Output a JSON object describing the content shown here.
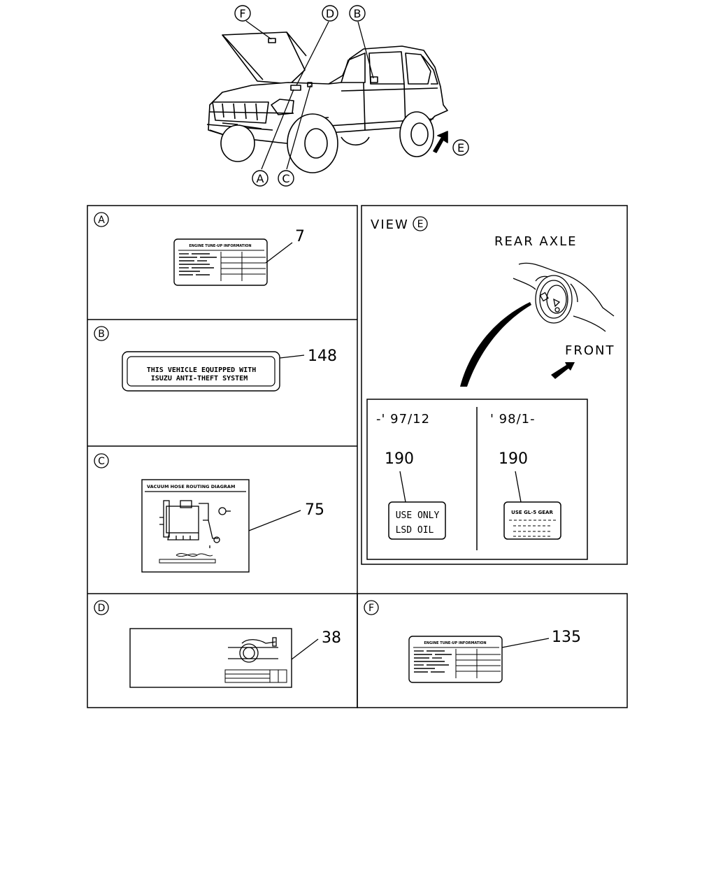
{
  "callouts": {
    "A": "A",
    "B": "B",
    "C": "C",
    "D": "D",
    "E": "E",
    "F": "F"
  },
  "panel_a": {
    "letter": "A",
    "part_no": "7",
    "label_title": "ENGINE TUNE-UP INFORMATION"
  },
  "panel_b": {
    "letter": "B",
    "part_no": "148",
    "label_line1": "THIS VEHICLE EQUIPPED WITH",
    "label_line2": "ISUZU ANTI-THEFT SYSTEM"
  },
  "panel_c": {
    "letter": "C",
    "part_no": "75",
    "label_title": "VACUUM HOSE ROUTING DIAGRAM"
  },
  "panel_d": {
    "letter": "D",
    "part_no": "38"
  },
  "panel_e": {
    "view_text": "VIEW",
    "letter": "E",
    "rear_axle": "REAR AXLE",
    "front": "FRONT",
    "left_range": "-' 97/12",
    "right_range": "' 98/1-",
    "left_part_no": "190",
    "right_part_no": "190",
    "left_line1": "USE ONLY",
    "left_line2": "LSD OIL",
    "right_line1": "USE GL-5 GEAR"
  },
  "panel_f": {
    "letter": "F",
    "part_no": "135",
    "label_title": "ENGINE TUNE-UP INFORMATION"
  }
}
